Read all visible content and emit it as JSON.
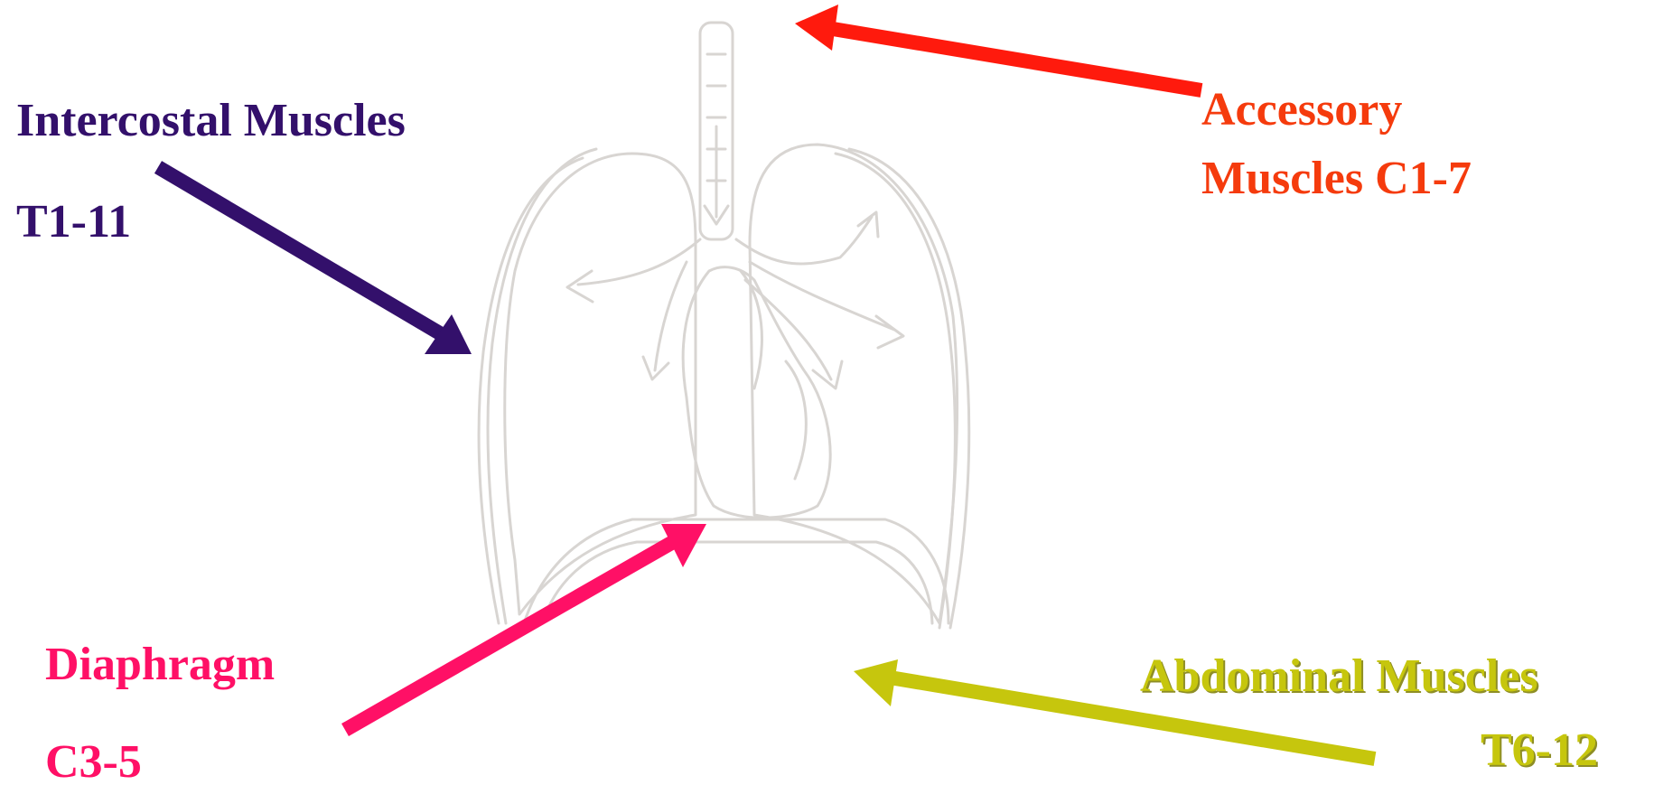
{
  "labels": {
    "intercostal": {
      "name": "Intercostal Muscles",
      "range": "T1-11"
    },
    "accessory": {
      "line1": "Accessory",
      "line2": "Muscles C1-7"
    },
    "diaphragm": {
      "name": "Diaphragm",
      "range": "C3-5"
    },
    "abdominal": {
      "name": "Abdominal Muscles",
      "range": "T6-12"
    }
  },
  "colors": {
    "intercostal": "#33106b",
    "accessory": "#ff1a0d",
    "diaphragm": "#ff1066",
    "abdominal": "#c6c60d",
    "outline": "#d8d5d2"
  }
}
